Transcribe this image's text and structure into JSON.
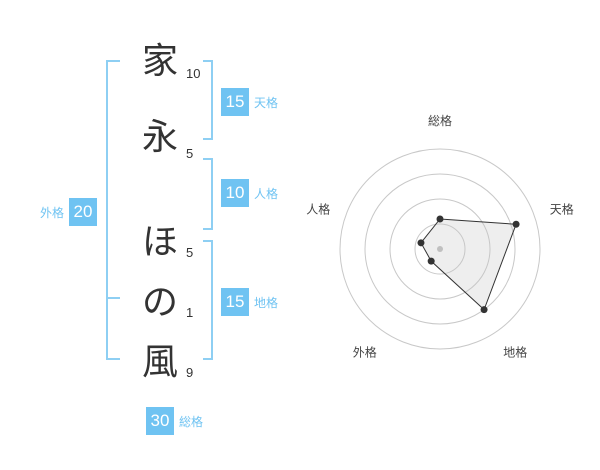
{
  "name_chars": [
    {
      "char": "家",
      "strokes": "10"
    },
    {
      "char": "永",
      "strokes": "5"
    },
    {
      "char": "ほ",
      "strokes": "5"
    },
    {
      "char": "の",
      "strokes": "1"
    },
    {
      "char": "風",
      "strokes": "9"
    }
  ],
  "kaku": {
    "tenkaku": {
      "value": "15",
      "label": "天格"
    },
    "jinkaku": {
      "value": "10",
      "label": "人格"
    },
    "chikaku": {
      "value": "15",
      "label": "地格"
    },
    "gaikaku": {
      "value": "20",
      "label": "外格"
    },
    "soukaku": {
      "value": "30",
      "label": "総格"
    }
  },
  "colors": {
    "accent": "#6fc3f2",
    "bracket": "#8ecff3",
    "text": "#333333"
  },
  "chart_data": {
    "type": "radar",
    "axes": [
      "総格",
      "天格",
      "地格",
      "外格",
      "人格"
    ],
    "values": [
      0.3,
      0.8,
      0.75,
      0.15,
      0.2
    ],
    "rings": 4,
    "grid": true
  }
}
